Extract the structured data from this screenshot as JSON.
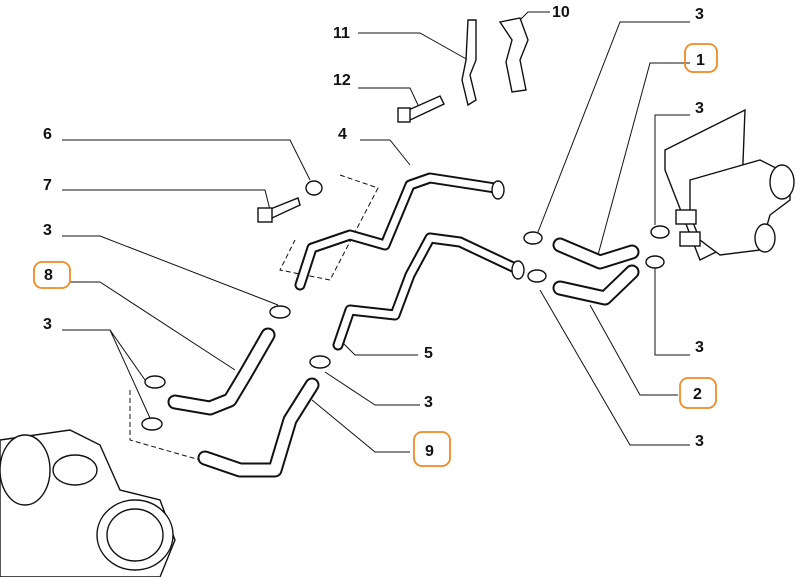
{
  "diagram": {
    "callouts": [
      {
        "id": "c11",
        "text": "11",
        "highlighted": false
      },
      {
        "id": "c10",
        "text": "10",
        "highlighted": false
      },
      {
        "id": "c12",
        "text": "12",
        "highlighted": false
      },
      {
        "id": "c3a",
        "text": "3",
        "highlighted": false
      },
      {
        "id": "c1",
        "text": "1",
        "highlighted": true
      },
      {
        "id": "c3b",
        "text": "3",
        "highlighted": false
      },
      {
        "id": "c6",
        "text": "6",
        "highlighted": false
      },
      {
        "id": "c4",
        "text": "4",
        "highlighted": false
      },
      {
        "id": "c7",
        "text": "7",
        "highlighted": false
      },
      {
        "id": "c3c",
        "text": "3",
        "highlighted": false
      },
      {
        "id": "c8",
        "text": "8",
        "highlighted": true
      },
      {
        "id": "c3d",
        "text": "3",
        "highlighted": false
      },
      {
        "id": "c5",
        "text": "5",
        "highlighted": false
      },
      {
        "id": "c3e",
        "text": "3",
        "highlighted": false
      },
      {
        "id": "c3f",
        "text": "3",
        "highlighted": false
      },
      {
        "id": "c2",
        "text": "2",
        "highlighted": true
      },
      {
        "id": "c9",
        "text": "9",
        "highlighted": true
      },
      {
        "id": "c3g",
        "text": "3",
        "highlighted": false
      }
    ],
    "highlight_color": "#f08a24"
  }
}
